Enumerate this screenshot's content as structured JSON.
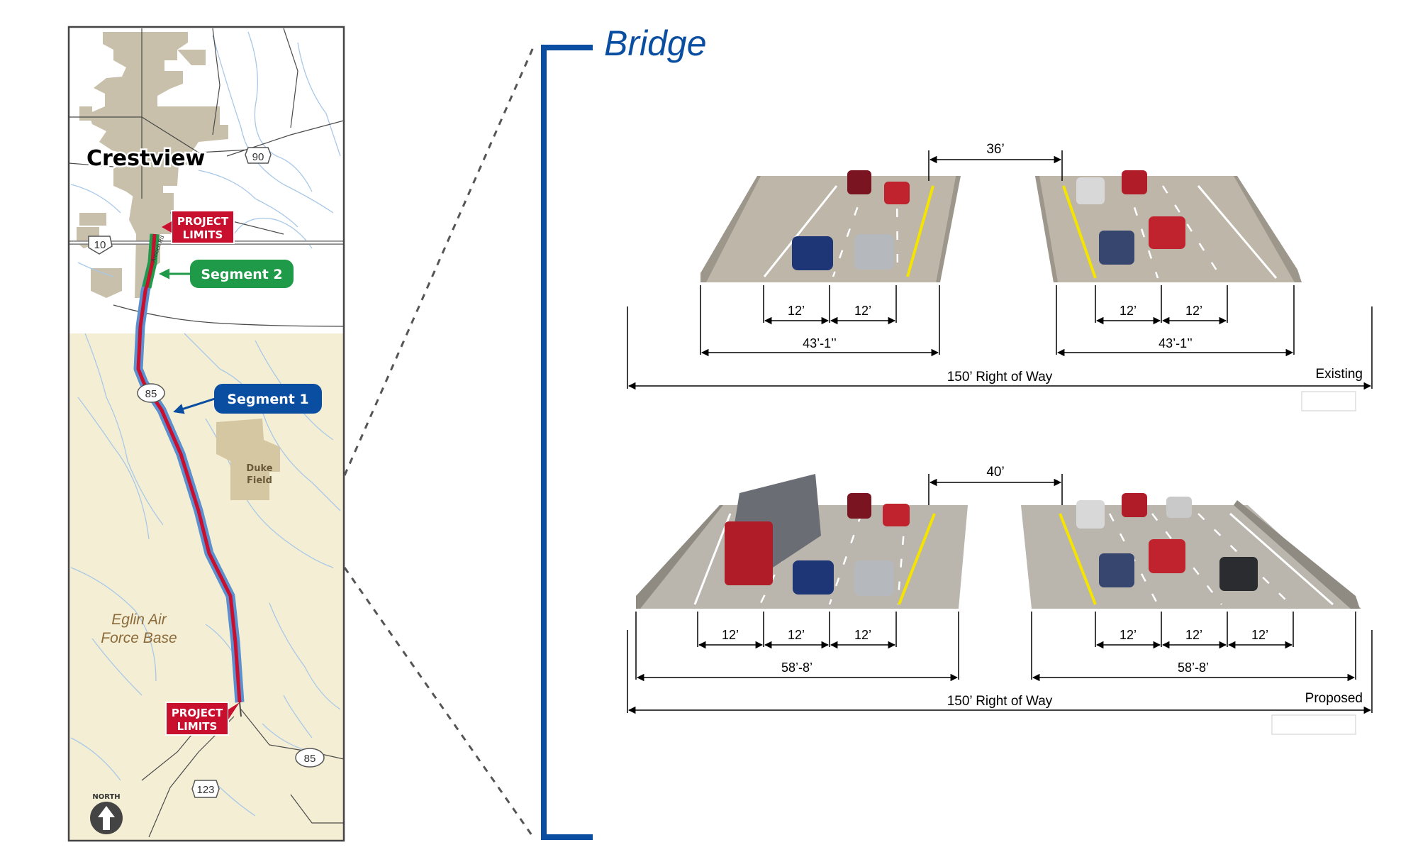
{
  "colors": {
    "map_bg_north": "#ffffff",
    "map_bg_south": "#f4efd4",
    "urban": "#c8c0ab",
    "route_red": "#c8102e",
    "route_blue": "#5a8fd0",
    "segment1": "#0a4ea2",
    "segment2": "#1f9a48",
    "bracket": "#0a4ea2",
    "water": "#a9c8e8",
    "deck": "#b9b2a5",
    "yellow_line": "#f4e400"
  },
  "map": {
    "city_label": "Crestview",
    "project_limits_north": [
      "PROJECT",
      "LIMITS"
    ],
    "project_limits_south": [
      "PROJECT",
      "LIMITS"
    ],
    "segment2_label": "Segment 2",
    "segment1_label": "Segment 1",
    "road_label": "Antioch Rd",
    "shields": {
      "us90": "90",
      "i10": "10",
      "sr85_mid": "85",
      "sr85_south": "85",
      "sr123": "123"
    },
    "duke_field": [
      "Duke",
      "Field"
    ],
    "eglin": [
      "Eglin Air",
      "Force Base"
    ],
    "north_label": "NORTH",
    "north_icon": "north-arrow-icon"
  },
  "diagram": {
    "title": "Bridge",
    "existing": {
      "label": "Existing",
      "median": "36’",
      "left_lanes": [
        "12’",
        "12’"
      ],
      "right_lanes": [
        "12’",
        "12’"
      ],
      "left_width": "43’-1’’",
      "right_width": "43’-1’’",
      "row": "150’ Right of Way"
    },
    "proposed": {
      "label": "Proposed",
      "median": "40’",
      "left_lanes": [
        "12’",
        "12’",
        "12’"
      ],
      "right_lanes": [
        "12’",
        "12’",
        "12’"
      ],
      "left_width": "58’-8’",
      "right_width": "58’-8’",
      "row": "150’ Right of Way"
    }
  }
}
